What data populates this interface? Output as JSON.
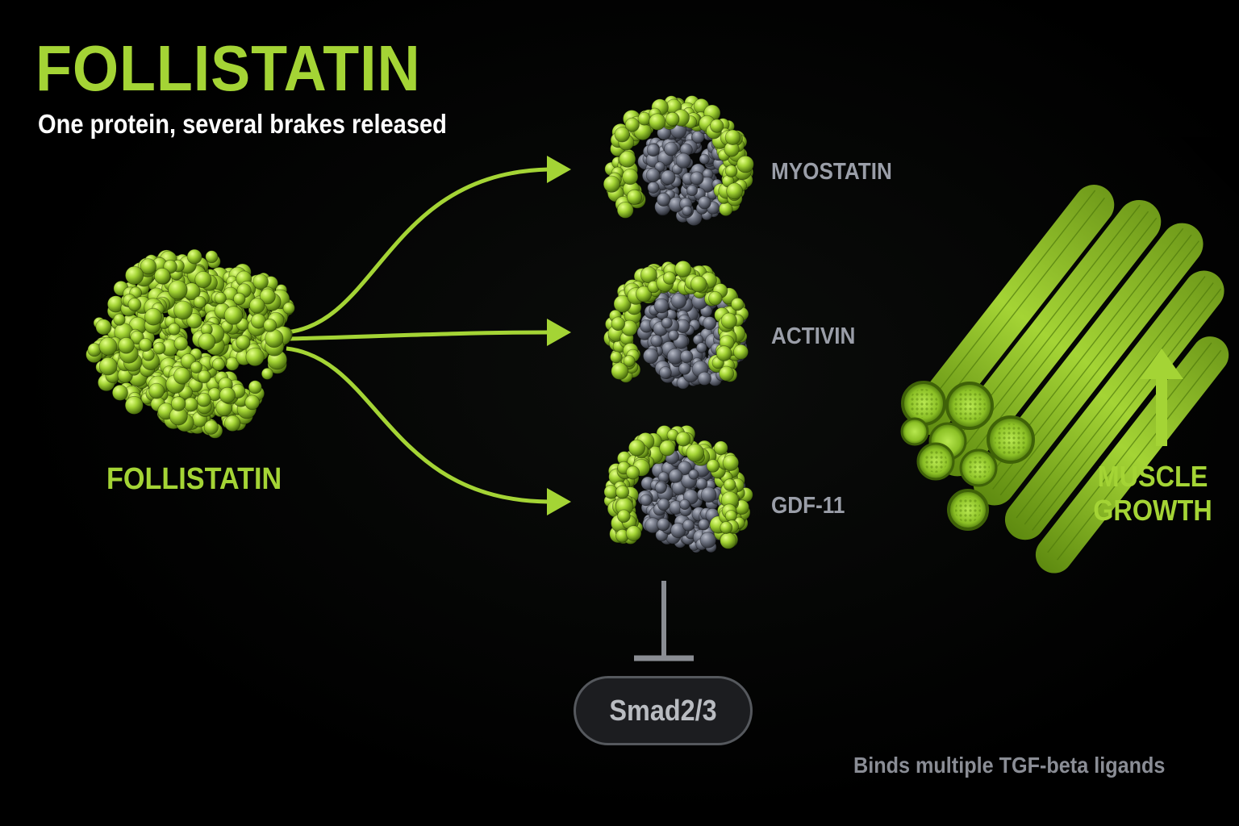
{
  "title": "FOLLISTATIN",
  "subtitle": "One protein, several brakes released",
  "source_protein": {
    "label": "FOLLISTATIN"
  },
  "ligands": [
    {
      "label": "MYOSTATIN"
    },
    {
      "label": "ACTIVIN"
    },
    {
      "label": "GDF-11"
    }
  ],
  "downstream": {
    "label": "Smad2/3"
  },
  "effect": {
    "label": "MUSCLE GROWTH"
  },
  "footnote": "Binds multiple TGF-beta ligands",
  "colors": {
    "accent": "#a4d435",
    "accent_dark": "#6f9a1a",
    "ligand_gray": "#6d7280",
    "label_gray": "#9a9ea8",
    "inhibition_line": "#8a8d93",
    "background": "#000000"
  },
  "icons": {
    "source_protein": "follistatin-protein-cluster-icon",
    "binding_complex": "follistatin-bound-ligand-icon",
    "muscle": "muscle-fiber-bundle-icon",
    "up_arrow": "up-arrow-icon",
    "inhibition": "inhibition-bar-icon"
  }
}
